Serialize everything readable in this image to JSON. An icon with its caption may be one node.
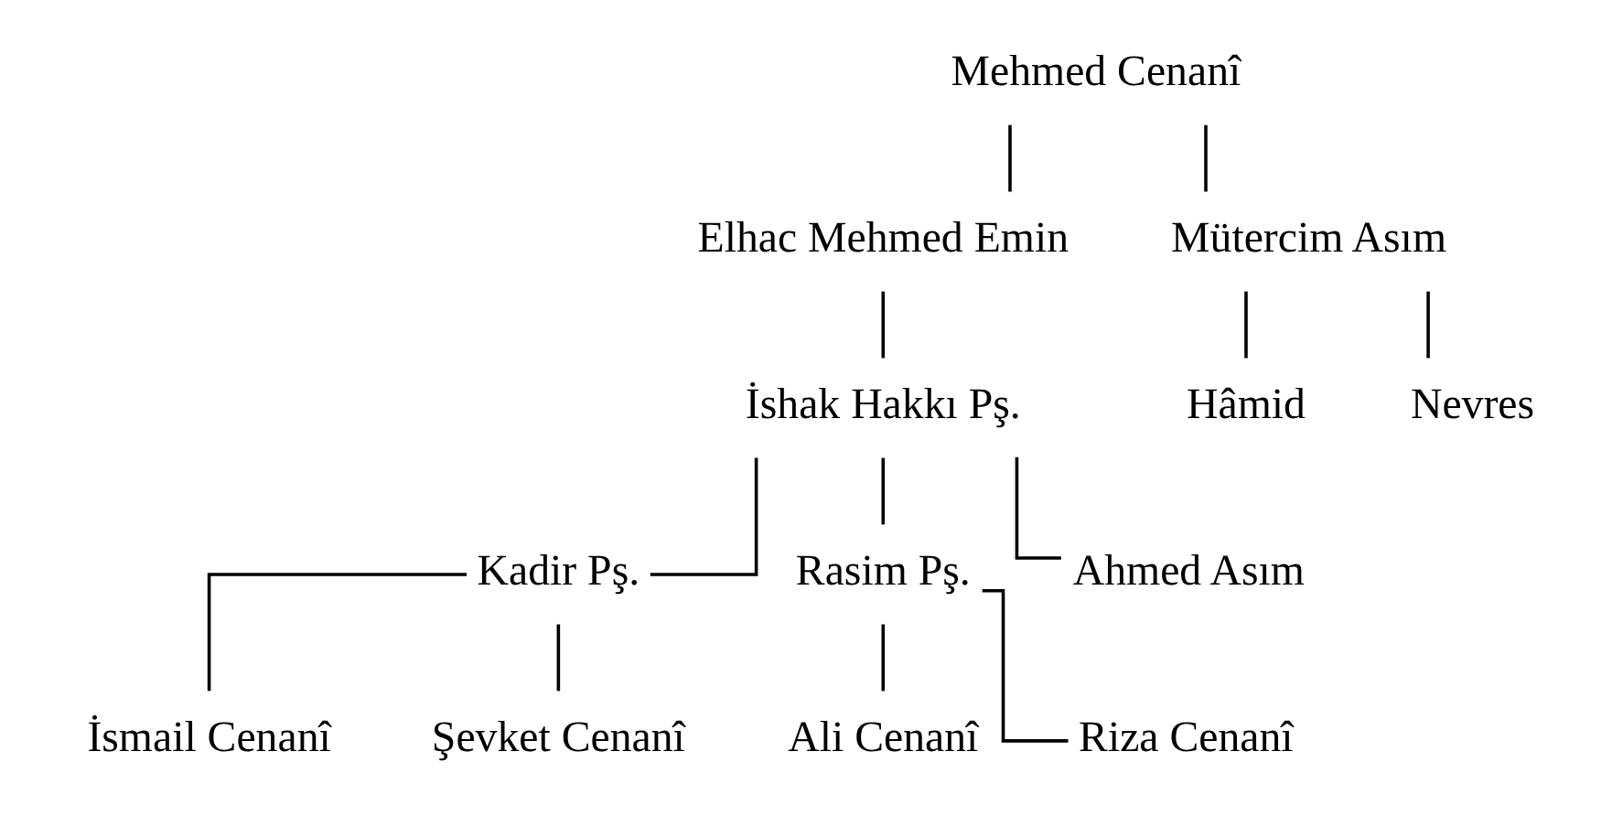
{
  "diagram": {
    "nodes": [
      {
        "text": [
          "Mehmed Cenanî"
        ]
      },
      {
        "text": [
          "Elhac Mehmed Emin"
        ]
      },
      {
        "text": [
          "Mütercim Asım"
        ]
      },
      {
        "text": [
          "İshak Hakkı Pş."
        ]
      },
      {
        "text": [
          "Hâmid"
        ]
      },
      {
        "text": [
          "Nevres"
        ]
      },
      {
        "text": [
          "Kadir Pş."
        ]
      },
      {
        "text": [
          "Rasim Pş."
        ]
      },
      {
        "text": [
          "Ahmed Asım"
        ]
      },
      {
        "text": [
          "İsmail Cenanî"
        ]
      },
      {
        "text": [
          "Şevket Cenanî"
        ]
      },
      {
        "text": [
          "Ali Cenanî"
        ]
      },
      {
        "text": [
          "Riza Cenanî"
        ]
      }
    ],
    "edges": [
      {
        "from": 0,
        "to": 1,
        "arrow": "none"
      },
      {
        "from": 0,
        "to": 2,
        "arrow": "none"
      },
      {
        "from": 1,
        "to": 3,
        "arrow": "none"
      },
      {
        "from": 2,
        "to": 4,
        "arrow": "none"
      },
      {
        "from": 2,
        "to": 5,
        "arrow": "none"
      },
      {
        "from": 3,
        "to": 6,
        "arrow": "none"
      },
      {
        "from": 3,
        "to": 7,
        "arrow": "none"
      },
      {
        "from": 3,
        "to": 8,
        "arrow": "none"
      },
      {
        "from": 6,
        "to": 9,
        "arrow": "none"
      },
      {
        "from": 6,
        "to": 10,
        "arrow": "none"
      },
      {
        "from": 7,
        "to": 11,
        "arrow": "none"
      },
      {
        "from": 7,
        "to": 12,
        "arrow": "none"
      }
    ]
  }
}
